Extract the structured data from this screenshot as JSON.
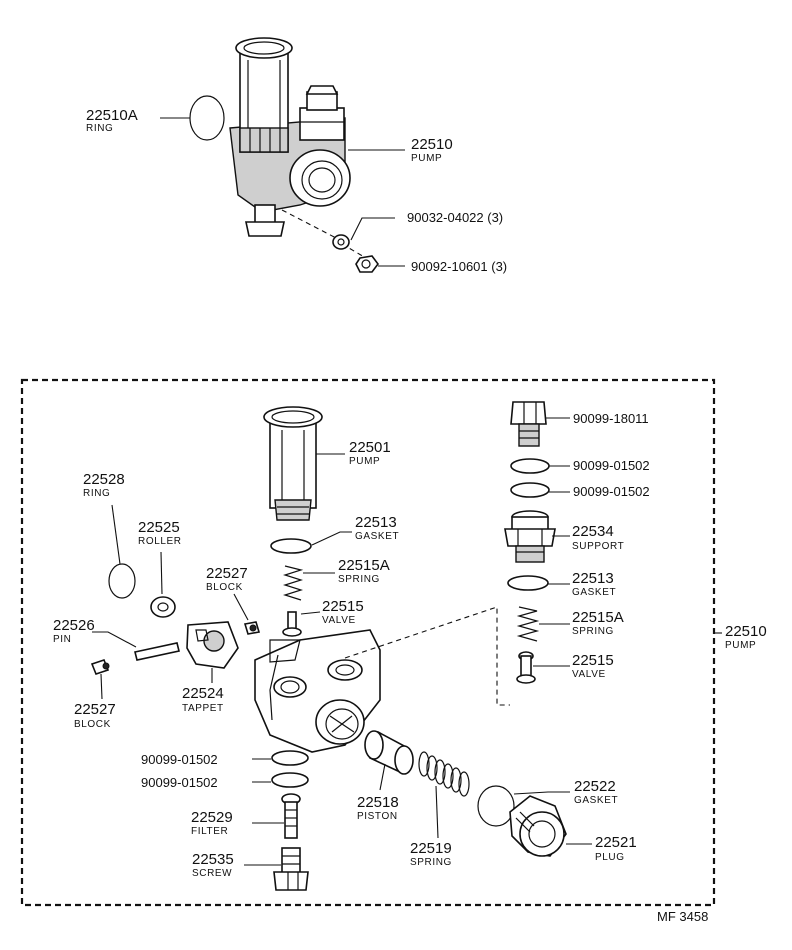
{
  "diagram_ref": "MF 3458",
  "top_assembly": {
    "ring": {
      "number": "22510A",
      "name": "RING"
    },
    "pump": {
      "number": "22510",
      "name": "PUMP"
    },
    "washer": {
      "number": "90032-04022 (3)"
    },
    "nut": {
      "number": "90092-10601 (3)"
    }
  },
  "exploded": {
    "pump_top": {
      "number": "22501",
      "name": "PUMP"
    },
    "gasket_upper": {
      "number": "22513",
      "name": "GASKET"
    },
    "spring_left": {
      "number": "22515A",
      "name": "SPRING"
    },
    "valve_left": {
      "number": "22515",
      "name": "VALVE"
    },
    "ring": {
      "number": "22528",
      "name": "RING"
    },
    "roller": {
      "number": "22525",
      "name": "ROLLER"
    },
    "block_upper": {
      "number": "22527",
      "name": "BLOCK"
    },
    "pin": {
      "number": "22526",
      "name": "PIN"
    },
    "tappet": {
      "number": "22524",
      "name": "TAPPET"
    },
    "block_lower": {
      "number": "22527",
      "name": "BLOCK"
    },
    "washer_a": {
      "number": "90099-01502"
    },
    "washer_b": {
      "number": "90099-01502"
    },
    "filter": {
      "number": "22529",
      "name": "FILTER"
    },
    "screw": {
      "number": "22535",
      "name": "SCREW"
    },
    "piston": {
      "number": "22518",
      "name": "PISTON"
    },
    "spring_piston": {
      "number": "22519",
      "name": "SPRING"
    },
    "gasket_plug": {
      "number": "22522",
      "name": "GASKET"
    },
    "plug": {
      "number": "22521",
      "name": "PLUG"
    },
    "bolt_right": {
      "number": "90099-18011"
    },
    "washer_r1": {
      "number": "90099-01502"
    },
    "washer_r2": {
      "number": "90099-01502"
    },
    "support": {
      "number": "22534",
      "name": "SUPPORT"
    },
    "gasket_right": {
      "number": "22513",
      "name": "GASKET"
    },
    "spring_right": {
      "number": "22515A",
      "name": "SPRING"
    },
    "valve_right": {
      "number": "22515",
      "name": "VALVE"
    },
    "assembly": {
      "number": "22510",
      "name": "PUMP"
    }
  }
}
